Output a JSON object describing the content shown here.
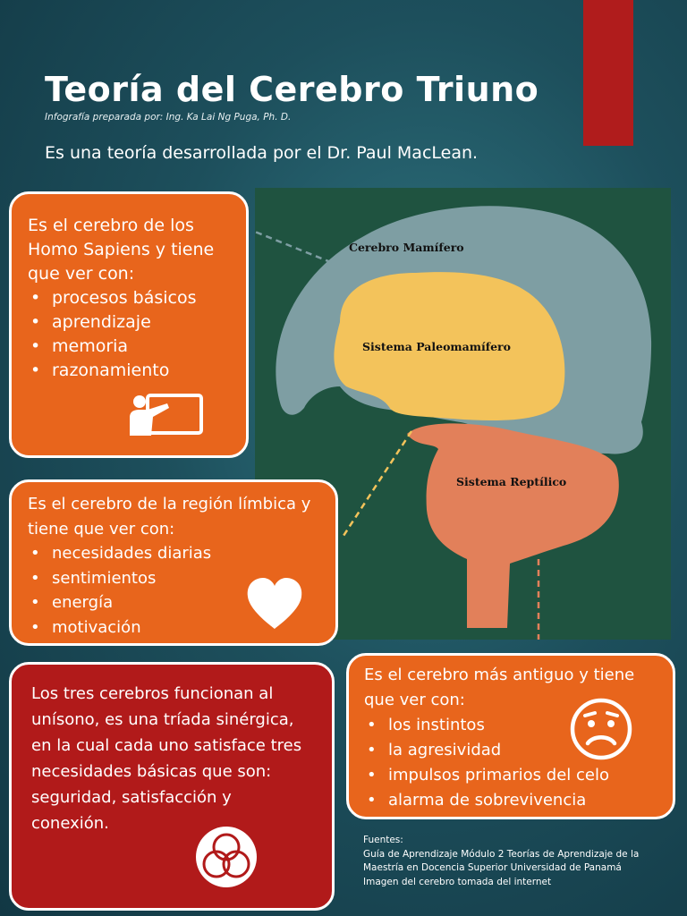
{
  "header": {
    "title": "Teoría del Cerebro Triuno",
    "credit": "Infografía preparada por:  Ing. Ka Lai Ng Puga, Ph. D.",
    "subtitle": "Es una teoría desarrollada por el Dr. Paul MacLean."
  },
  "brain": {
    "labels": {
      "mamifero": "Cerebro Mamífero",
      "paleomamifero": "Sistema Paleomamífero",
      "reptilico": "Sistema Reptílico"
    },
    "colors": {
      "panel": "#1f5340",
      "mamifero": "#7e9ea3",
      "paleomamifero": "#f3c35b",
      "reptilico": "#e2805a"
    }
  },
  "cards": {
    "neocortex": {
      "intro": "Es el cerebro de los Homo Sapiens y tiene que ver con:",
      "items": [
        "procesos básicos",
        "aprendizaje",
        "memoria",
        "razonamiento"
      ],
      "icon": "teacher-board-icon"
    },
    "limbico": {
      "intro": "Es el cerebro de la región límbica y tiene que ver con:",
      "items": [
        "necesidades diarias",
        "sentimientos",
        "energía",
        "motivación"
      ],
      "icon": "heart-icon"
    },
    "reptiliano": {
      "intro": "Es el cerebro más antiguo y tiene que ver con:",
      "items": [
        "los instintos",
        "la agresividad",
        "impulsos primarios del celo",
        "alarma de sobrevivencia"
      ],
      "icon": "worried-face-icon"
    },
    "triada": {
      "text": "Los tres cerebros funcionan al unísono, es una tríada sinérgica, en la cual cada uno satisface tres necesidades básicas que son: seguridad, satisfacción y conexión.",
      "icon": "venn-circles-icon"
    }
  },
  "sources": {
    "heading": "Fuentes:",
    "line1": "Guía de Aprendizaje Módulo 2 Teorías de Aprendizaje de la Maestría en Docencia Superior Universidad de Panamá",
    "line2": "Imagen del cerebro tomada del internet"
  },
  "theme": {
    "orange": "#e8651c",
    "red": "#b11a1a",
    "accent": "#b01c1c"
  }
}
